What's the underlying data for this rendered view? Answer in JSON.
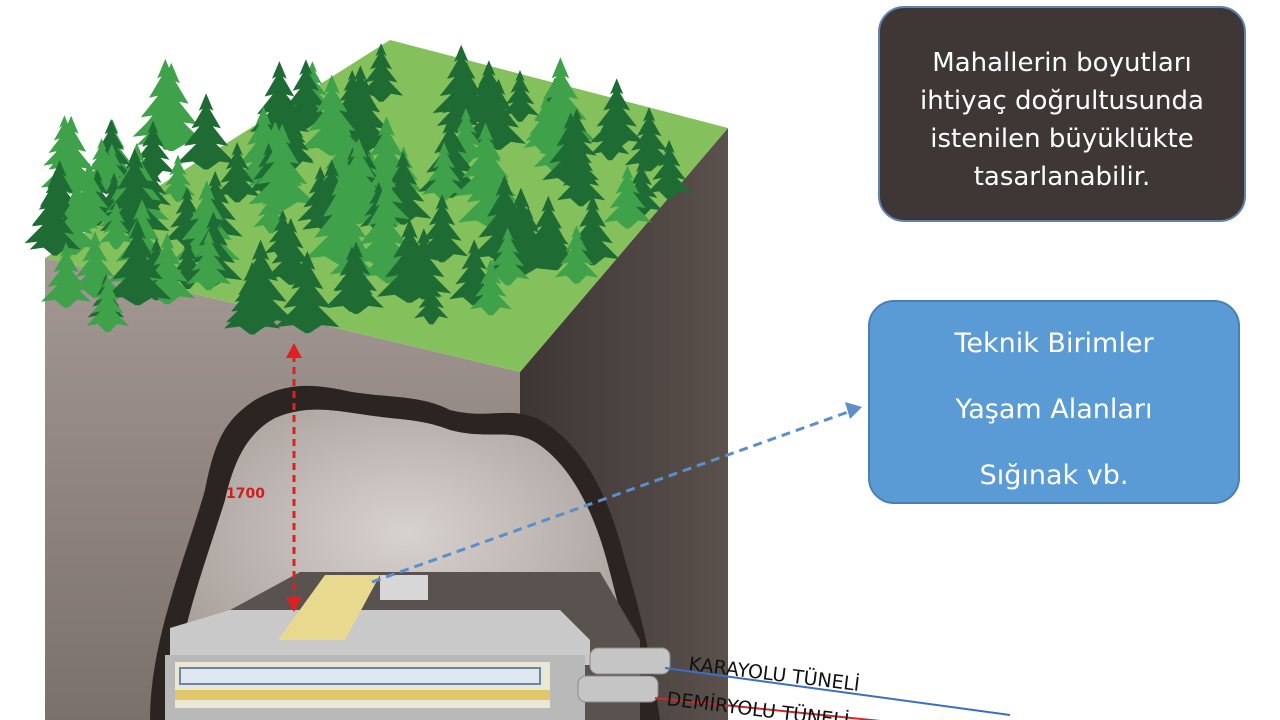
{
  "note": {
    "lines": [
      "Mahallerin boyutları",
      "ihtiyaç doğrultusunda",
      "istenilen büyüklükte",
      "tasarlanabilir."
    ]
  },
  "units": {
    "items": [
      "Teknik Birimler",
      "Yaşam Alanları",
      "Sığınak vb."
    ]
  },
  "depth": {
    "label": "1700"
  },
  "tunnels": {
    "road": "KARAYOLU TÜNELİ",
    "rail": "DEMİRYOLU TÜNELİ"
  },
  "colors": {
    "forest_dark": "#1f6b34",
    "forest_light": "#3fa24a",
    "ground_top": "#7fbf5a",
    "rock_front": "#8f8580",
    "rock_side": "#4f4642",
    "cavern_outline": "#2a2320",
    "dimension_arrow": "#e02020",
    "pointer_arrow": "#5b8ecb",
    "note_box": "#3e3735",
    "units_box": "#5b9bd5",
    "road_line": "#3b6fc4",
    "rail_line": "#cc2a2a"
  }
}
